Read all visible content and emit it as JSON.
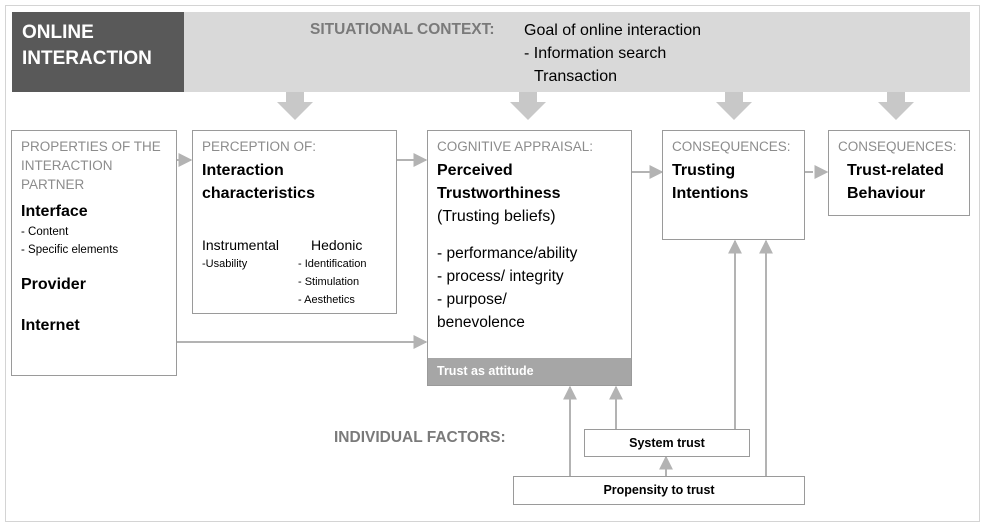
{
  "header": {
    "title_line1": "ONLINE",
    "title_line2": "INTERACTION",
    "situational_label": "SITUATIONAL CONTEXT:",
    "situational_lines": [
      "Goal of online interaction",
      "- Information search",
      "Transaction"
    ]
  },
  "properties": {
    "heading_lines": [
      "PROPERTIES OF THE",
      "INTERACTION",
      "PARTNER"
    ],
    "interface": "Interface",
    "interface_items": [
      "- Content",
      "- Specific elements"
    ],
    "provider": "Provider",
    "internet": "Internet"
  },
  "perception": {
    "heading": "PERCEPTION OF:",
    "title_lines": [
      "Interaction",
      "characteristics"
    ],
    "instrumental": "Instrumental",
    "instrumental_items": [
      "-Usability"
    ],
    "hedonic": "Hedonic",
    "hedonic_items": [
      "- Identification",
      "- Stimulation",
      "- Aesthetics"
    ]
  },
  "appraisal": {
    "heading": "COGNITIVE APPRAISAL:",
    "title_lines": [
      "Perceived",
      "Trustworthiness"
    ],
    "subtitle": "(Trusting beliefs)",
    "items": [
      "- performance/ability",
      "- process/ integrity",
      "- purpose/",
      "benevolence"
    ],
    "footer": "Trust as attitude"
  },
  "consequences1": {
    "heading": "CONSEQUENCES:",
    "title_lines": [
      "Trusting",
      "Intentions"
    ]
  },
  "consequences2": {
    "heading": "CONSEQUENCES:",
    "title_lines": [
      "Trust-related",
      "Behaviour"
    ]
  },
  "individual": {
    "label": "INDIVIDUAL FACTORS:",
    "system_trust": "System trust",
    "propensity": "Propensity to trust"
  },
  "colors": {
    "dark": "#595959",
    "band": "#d9d9d9",
    "arrow": "#c0c0c0",
    "heading": "#8c8c8c"
  }
}
